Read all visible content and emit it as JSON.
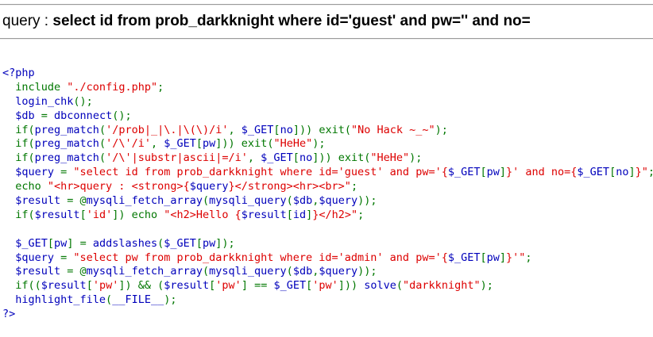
{
  "query": {
    "prefix": "query : ",
    "sql": "select id from prob_darkknight where id='guest' and pw='' and no="
  },
  "source_code": {
    "lines": [
      [
        {
          "t": "<?php",
          "c": "def"
        }
      ],
      [
        {
          "t": "  ",
          "c": "def"
        },
        {
          "t": "include ",
          "c": "kw"
        },
        {
          "t": "\"./config.php\"",
          "c": "str"
        },
        {
          "t": ";",
          "c": "kw"
        }
      ],
      [
        {
          "t": "  login_chk",
          "c": "def"
        },
        {
          "t": "();",
          "c": "kw"
        }
      ],
      [
        {
          "t": "  $db ",
          "c": "def"
        },
        {
          "t": "= ",
          "c": "kw"
        },
        {
          "t": "dbconnect",
          "c": "def"
        },
        {
          "t": "();",
          "c": "kw"
        }
      ],
      [
        {
          "t": "  ",
          "c": "def"
        },
        {
          "t": "if(",
          "c": "kw"
        },
        {
          "t": "preg_match",
          "c": "def"
        },
        {
          "t": "(",
          "c": "kw"
        },
        {
          "t": "'/prob|_|\\.|\\(\\)/i'",
          "c": "str"
        },
        {
          "t": ", ",
          "c": "kw"
        },
        {
          "t": "$_GET",
          "c": "def"
        },
        {
          "t": "[",
          "c": "kw"
        },
        {
          "t": "no",
          "c": "def"
        },
        {
          "t": "])) exit(",
          "c": "kw"
        },
        {
          "t": "\"No Hack ~_~\"",
          "c": "str"
        },
        {
          "t": ");",
          "c": "kw"
        }
      ],
      [
        {
          "t": "  ",
          "c": "def"
        },
        {
          "t": "if(",
          "c": "kw"
        },
        {
          "t": "preg_match",
          "c": "def"
        },
        {
          "t": "(",
          "c": "kw"
        },
        {
          "t": "'/\\'/i'",
          "c": "str"
        },
        {
          "t": ", ",
          "c": "kw"
        },
        {
          "t": "$_GET",
          "c": "def"
        },
        {
          "t": "[",
          "c": "kw"
        },
        {
          "t": "pw",
          "c": "def"
        },
        {
          "t": "])) exit(",
          "c": "kw"
        },
        {
          "t": "\"HeHe\"",
          "c": "str"
        },
        {
          "t": ");",
          "c": "kw"
        }
      ],
      [
        {
          "t": "  ",
          "c": "def"
        },
        {
          "t": "if(",
          "c": "kw"
        },
        {
          "t": "preg_match",
          "c": "def"
        },
        {
          "t": "(",
          "c": "kw"
        },
        {
          "t": "'/\\'|substr|ascii|=/i'",
          "c": "str"
        },
        {
          "t": ", ",
          "c": "kw"
        },
        {
          "t": "$_GET",
          "c": "def"
        },
        {
          "t": "[",
          "c": "kw"
        },
        {
          "t": "no",
          "c": "def"
        },
        {
          "t": "])) exit(",
          "c": "kw"
        },
        {
          "t": "\"HeHe\"",
          "c": "str"
        },
        {
          "t": ");",
          "c": "kw"
        }
      ],
      [
        {
          "t": "  $query ",
          "c": "def"
        },
        {
          "t": "= ",
          "c": "kw"
        },
        {
          "t": "\"select id from prob_darkknight where id='guest' and pw='{",
          "c": "str"
        },
        {
          "t": "$_GET",
          "c": "def"
        },
        {
          "t": "[",
          "c": "kw"
        },
        {
          "t": "pw",
          "c": "def"
        },
        {
          "t": "]",
          "c": "kw"
        },
        {
          "t": "}' and no={",
          "c": "str"
        },
        {
          "t": "$_GET",
          "c": "def"
        },
        {
          "t": "[",
          "c": "kw"
        },
        {
          "t": "no",
          "c": "def"
        },
        {
          "t": "]",
          "c": "kw"
        },
        {
          "t": "}\"",
          "c": "str"
        },
        {
          "t": ";",
          "c": "kw"
        }
      ],
      [
        {
          "t": "  ",
          "c": "def"
        },
        {
          "t": "echo ",
          "c": "kw"
        },
        {
          "t": "\"<hr>query : <strong>{",
          "c": "str"
        },
        {
          "t": "$query",
          "c": "def"
        },
        {
          "t": "}</strong><hr><br>\"",
          "c": "str"
        },
        {
          "t": ";",
          "c": "kw"
        }
      ],
      [
        {
          "t": "  $result ",
          "c": "def"
        },
        {
          "t": "= @",
          "c": "kw"
        },
        {
          "t": "mysqli_fetch_array",
          "c": "def"
        },
        {
          "t": "(",
          "c": "kw"
        },
        {
          "t": "mysqli_query",
          "c": "def"
        },
        {
          "t": "(",
          "c": "kw"
        },
        {
          "t": "$db",
          "c": "def"
        },
        {
          "t": ",",
          "c": "kw"
        },
        {
          "t": "$query",
          "c": "def"
        },
        {
          "t": "));",
          "c": "kw"
        }
      ],
      [
        {
          "t": "  ",
          "c": "def"
        },
        {
          "t": "if(",
          "c": "kw"
        },
        {
          "t": "$result",
          "c": "def"
        },
        {
          "t": "[",
          "c": "kw"
        },
        {
          "t": "'id'",
          "c": "str"
        },
        {
          "t": "]) echo ",
          "c": "kw"
        },
        {
          "t": "\"<h2>Hello {",
          "c": "str"
        },
        {
          "t": "$result",
          "c": "def"
        },
        {
          "t": "[",
          "c": "kw"
        },
        {
          "t": "id",
          "c": "def"
        },
        {
          "t": "]",
          "c": "kw"
        },
        {
          "t": "}</h2>\"",
          "c": "str"
        },
        {
          "t": ";",
          "c": "kw"
        }
      ],
      [],
      [
        {
          "t": "  $_GET",
          "c": "def"
        },
        {
          "t": "[",
          "c": "kw"
        },
        {
          "t": "pw",
          "c": "def"
        },
        {
          "t": "] = ",
          "c": "kw"
        },
        {
          "t": "addslashes",
          "c": "def"
        },
        {
          "t": "(",
          "c": "kw"
        },
        {
          "t": "$_GET",
          "c": "def"
        },
        {
          "t": "[",
          "c": "kw"
        },
        {
          "t": "pw",
          "c": "def"
        },
        {
          "t": "]);",
          "c": "kw"
        }
      ],
      [
        {
          "t": "  $query ",
          "c": "def"
        },
        {
          "t": "= ",
          "c": "kw"
        },
        {
          "t": "\"select pw from prob_darkknight where id='admin' and pw='{",
          "c": "str"
        },
        {
          "t": "$_GET",
          "c": "def"
        },
        {
          "t": "[",
          "c": "kw"
        },
        {
          "t": "pw",
          "c": "def"
        },
        {
          "t": "]",
          "c": "kw"
        },
        {
          "t": "}'\"",
          "c": "str"
        },
        {
          "t": ";",
          "c": "kw"
        }
      ],
      [
        {
          "t": "  $result ",
          "c": "def"
        },
        {
          "t": "= @",
          "c": "kw"
        },
        {
          "t": "mysqli_fetch_array",
          "c": "def"
        },
        {
          "t": "(",
          "c": "kw"
        },
        {
          "t": "mysqli_query",
          "c": "def"
        },
        {
          "t": "(",
          "c": "kw"
        },
        {
          "t": "$db",
          "c": "def"
        },
        {
          "t": ",",
          "c": "kw"
        },
        {
          "t": "$query",
          "c": "def"
        },
        {
          "t": "));",
          "c": "kw"
        }
      ],
      [
        {
          "t": "  ",
          "c": "def"
        },
        {
          "t": "if((",
          "c": "kw"
        },
        {
          "t": "$result",
          "c": "def"
        },
        {
          "t": "[",
          "c": "kw"
        },
        {
          "t": "'pw'",
          "c": "str"
        },
        {
          "t": "]) && (",
          "c": "kw"
        },
        {
          "t": "$result",
          "c": "def"
        },
        {
          "t": "[",
          "c": "kw"
        },
        {
          "t": "'pw'",
          "c": "str"
        },
        {
          "t": "] == ",
          "c": "kw"
        },
        {
          "t": "$_GET",
          "c": "def"
        },
        {
          "t": "[",
          "c": "kw"
        },
        {
          "t": "'pw'",
          "c": "str"
        },
        {
          "t": "])) ",
          "c": "kw"
        },
        {
          "t": "solve",
          "c": "def"
        },
        {
          "t": "(",
          "c": "kw"
        },
        {
          "t": "\"darkknight\"",
          "c": "str"
        },
        {
          "t": ");",
          "c": "kw"
        }
      ],
      [
        {
          "t": "  highlight_file",
          "c": "def"
        },
        {
          "t": "(",
          "c": "kw"
        },
        {
          "t": "__FILE__",
          "c": "def"
        },
        {
          "t": ");",
          "c": "kw"
        }
      ],
      [
        {
          "t": "?>",
          "c": "def"
        }
      ]
    ]
  }
}
